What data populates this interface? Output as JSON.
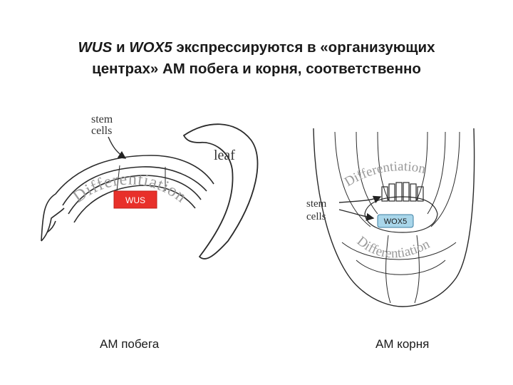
{
  "slide": {
    "title_line1_gene1": "WUS",
    "title_line1_and": " и ",
    "title_line1_gene2": "WOX5",
    "title_line1_rest": " экспрессируются в «организующих",
    "title_line2": "центрах» АМ побега и корня, соответственно"
  },
  "shoot_diagram": {
    "stem_cells_label_1": "stem",
    "stem_cells_label_2": "cells",
    "leaf_label": "leaf",
    "wus_label": "WUS",
    "differentiation_label": "Differentiation",
    "caption": "АМ побега",
    "wus_color": "#e8302a"
  },
  "root_diagram": {
    "differentiation_top": "Differentiation",
    "stem_cells_label_1": "stem",
    "stem_cells_label_2": "cells",
    "wox5_label": "WOX5",
    "differentiation_bottom": "Differentiation",
    "caption": "АМ корня",
    "wox5_color": "#a9d6ea"
  }
}
